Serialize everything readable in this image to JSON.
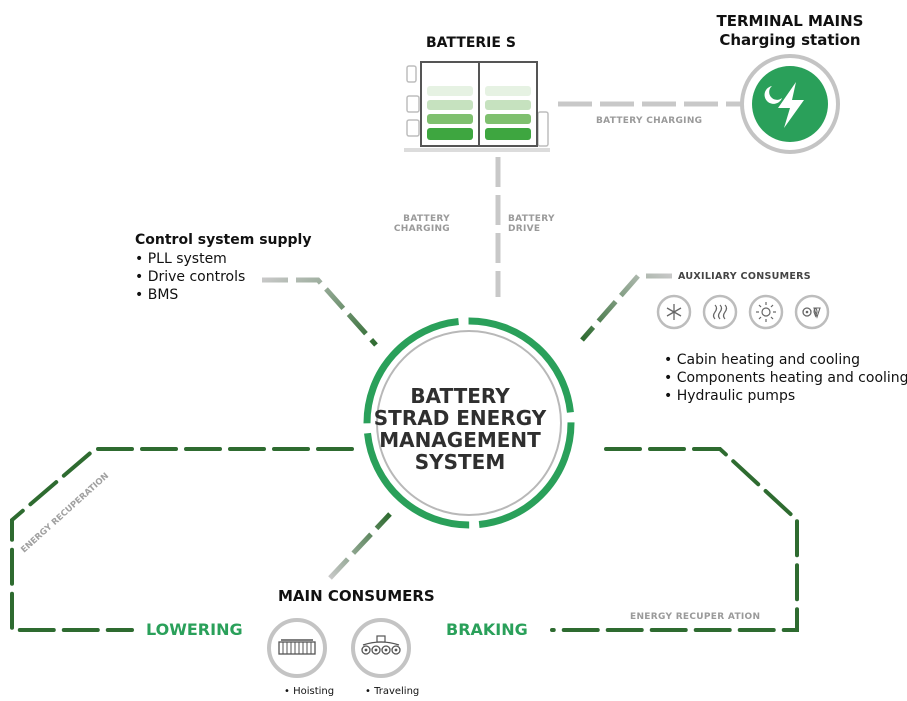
{
  "batteries": {
    "title": "BATTERIE S"
  },
  "terminal": {
    "title_line1": "TERMINAL MAINS",
    "title_line2": "Charging station"
  },
  "links": {
    "battery_charging_top": "BATTERY CHARGING",
    "battery_charging_vert_1": "BATTERY",
    "battery_charging_vert_2": "CHARGING",
    "battery_drive_1": "BATTERY",
    "battery_drive_2": "DRIVE",
    "energy_recuperation_left": "ENERGY RECUPERATION",
    "energy_recuperation_right": "ENERGY RECUPER ATION"
  },
  "control_supply": {
    "title": "Control system supply",
    "items": [
      "• PLL system",
      "• Drive controls",
      "• BMS"
    ]
  },
  "auxiliary": {
    "title": "AUXILIARY CONSUMERS",
    "icons": [
      "snowflake-icon",
      "heat-waves-icon",
      "sun-icon",
      "pump-icon"
    ],
    "items": [
      "• Cabin heating and cooling",
      "• Components heating and cooling",
      "• Hydraulic pumps"
    ]
  },
  "center": {
    "lines": [
      "BATTERY",
      "STRAD ENERGY",
      "MANAGEMENT",
      "SYSTEM"
    ]
  },
  "main_consumers": {
    "title": "MAIN CONSUMERS",
    "left_label": "LOWERING",
    "right_label": "BRAKING",
    "items": [
      "• Hoisting",
      "• Traveling"
    ]
  },
  "colors": {
    "accent_green": "#2aa05a",
    "dark_green": "#2e6b30",
    "gray": "#c4c4c4"
  }
}
